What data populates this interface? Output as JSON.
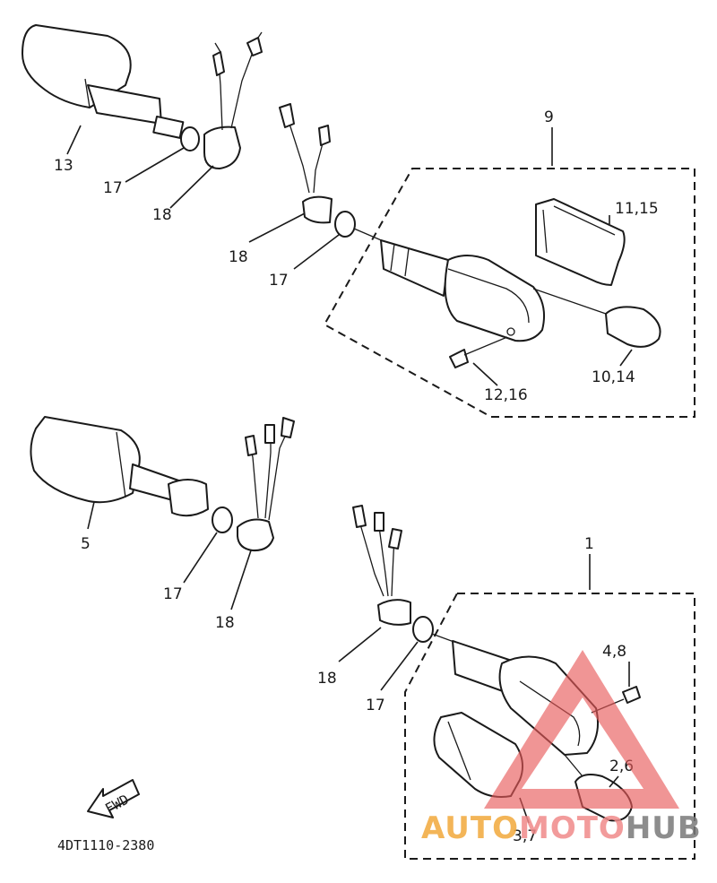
{
  "callouts": {
    "a13": "13",
    "a17": "17",
    "a18": "18",
    "b9": "9",
    "b18": "18",
    "b17": "17",
    "b11_15": "11,15",
    "b10_14": "10,14",
    "b12_16": "12,16",
    "c5": "5",
    "c17": "17",
    "c18": "18",
    "d1": "1",
    "d18": "18",
    "d17": "17",
    "d4_8": "4,8",
    "d2_6": "2,6",
    "d3_7": "3,7"
  },
  "fwd_label": "FWD",
  "drawing_code": "4DT1110-2380",
  "watermark": {
    "auto": "AUTO",
    "moto": "MOTO",
    "hub": "HUB",
    "colors": {
      "auto": "#f2a93b",
      "moto": "#f08a8a",
      "hub": "#7a7a7a",
      "triangle": "#e85a5a"
    }
  }
}
